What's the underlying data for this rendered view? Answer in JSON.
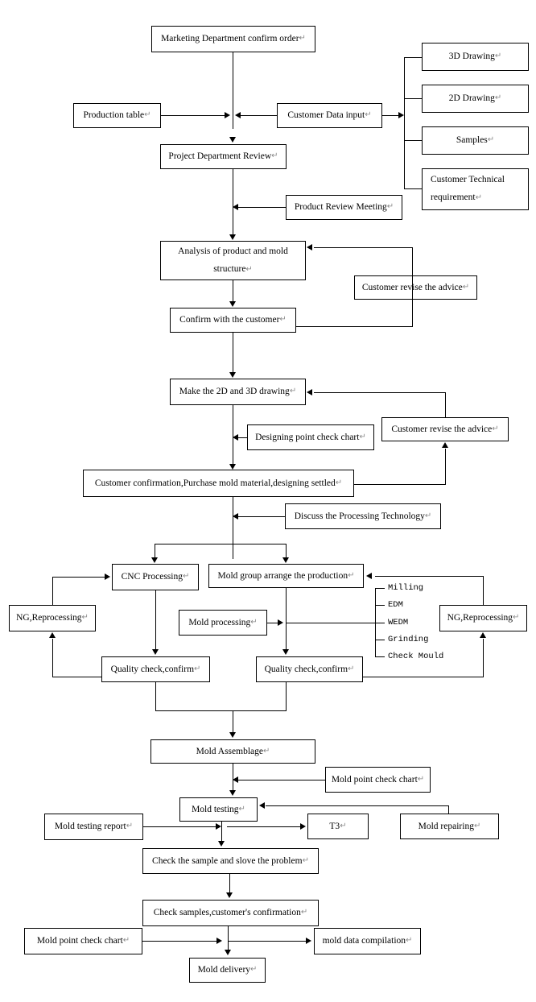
{
  "diagram": {
    "title": "Mold Production Process Flowchart",
    "pilcrow": "↵",
    "line_color": "#000000",
    "background": "#ffffff"
  },
  "nodes": {
    "marketing_confirm_order": "Marketing Department confirm order",
    "production_table": "Production table",
    "customer_data_input": "Customer Data input",
    "drawing_3d": "3D Drawing",
    "drawing_2d": "2D Drawing",
    "samples": "Samples",
    "customer_technical_l1": "Customer  Technical",
    "customer_technical_l2": "requirement",
    "project_department_review": "Project Department Review",
    "product_review_meeting": "Product Review Meeting",
    "analysis_l1": "Analysis of product and mold",
    "analysis_l2": "structure",
    "customer_revise_advice_1": "Customer revise the advice",
    "confirm_with_customer": "Confirm with the customer",
    "make_2d_3d_drawing": "Make the 2D and 3D drawing",
    "designing_point_check_chart": "Designing point check chart",
    "customer_revise_advice_2": "Customer revise the advice",
    "customer_confirmation": "Customer confirmation,Purchase mold material,designing settled",
    "discuss_processing_technology": "Discuss the Processing Technology",
    "cnc_processing": "CNC Processing",
    "mold_group_arrange": "Mold group arrange the production",
    "ng_reprocessing_left": "NG,Reprocessing",
    "ng_reprocessing_right": "NG,Reprocessing",
    "mold_processing": "Mold processing",
    "quality_check_left": "Quality check,confirm",
    "quality_check_right": "Quality check,confirm",
    "mold_assemblage": "Mold Assemblage",
    "mold_point_check_chart_1": "Mold point check chart",
    "mold_testing": "Mold testing",
    "mold_testing_report": "Mold testing report",
    "t3": "T3",
    "mold_repairing": "Mold repairing",
    "check_sample_solve": "Check the sample and slove the problem",
    "check_samples_customer": "Check samples,customer's confirmation",
    "mold_point_check_chart_2": "Mold point check chart",
    "mold_data_compilation": "mold data compilation",
    "mold_delivery": "Mold delivery"
  },
  "operation_list": {
    "items": [
      "Milling",
      "EDM",
      "WEDM",
      "Grinding",
      "Check Mould"
    ]
  }
}
